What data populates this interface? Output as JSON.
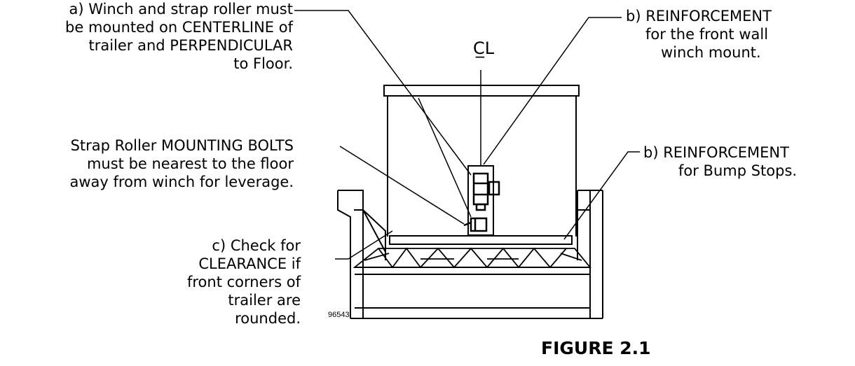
{
  "callouts": {
    "winch_centerline": [
      "a) Winch and strap roller must",
      "be mounted on CENTERLINE of",
      "trailer and PERPENDICULAR",
      "to Floor."
    ],
    "reinforcement_wall": [
      "b) REINFORCEMENT",
      "for the front wall",
      "winch mount."
    ],
    "mounting_bolts": [
      "Strap Roller MOUNTING BOLTS",
      "must be nearest to the floor",
      "away from winch for leverage."
    ],
    "reinforcement_bump": [
      "b) REINFORCEMENT",
      "for Bump Stops."
    ],
    "clearance": [
      "c) Check for",
      "CLEARANCE if",
      "front corners of",
      "trailer are",
      "rounded."
    ]
  },
  "centerline_mark": "C̲L",
  "drawing_id": "96543",
  "figure_number": "FIGURE 2.1"
}
